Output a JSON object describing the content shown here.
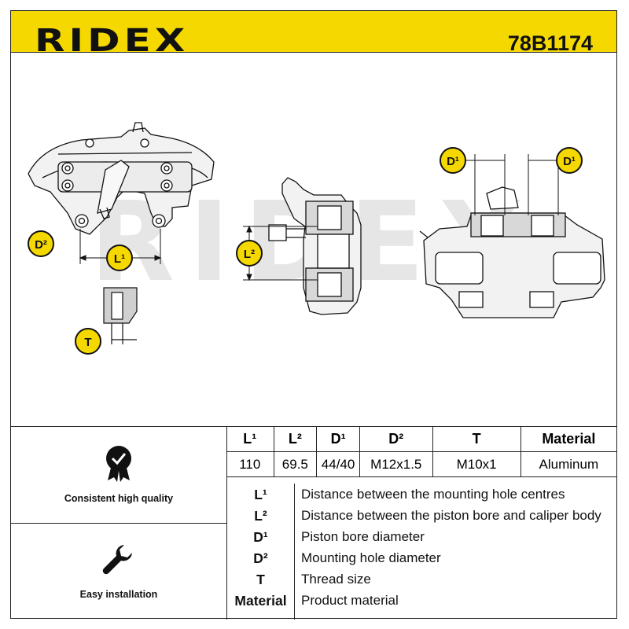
{
  "header": {
    "brand": "RIDEX",
    "part_number": "78B1174"
  },
  "drawing": {
    "watermark": "RIDEX",
    "labels": {
      "l1": "L¹",
      "l2": "L²",
      "d1": "D¹",
      "d2": "D²",
      "t": "T"
    }
  },
  "features": [
    {
      "label": "Consistent high quality",
      "icon": "quality-badge-icon"
    },
    {
      "label": "Easy installation",
      "icon": "wrench-icon"
    }
  ],
  "specs": {
    "headers": [
      "L¹",
      "L²",
      "D¹",
      "D²",
      "T",
      "Material"
    ],
    "values": [
      "110",
      "69.5",
      "44/40",
      "M12x1.5",
      "M10x1",
      "Aluminum"
    ]
  },
  "legend": [
    {
      "symbol": "L¹",
      "description": "Distance between the mounting hole centres"
    },
    {
      "symbol": "L²",
      "description": "Distance between the piston bore and caliper body"
    },
    {
      "symbol": "D¹",
      "description": "Piston bore diameter"
    },
    {
      "symbol": "D²",
      "description": "Mounting hole diameter"
    },
    {
      "symbol": "T",
      "description": "Thread size"
    },
    {
      "symbol": "Material",
      "description": "Product material"
    }
  ],
  "colors": {
    "brand_yellow": "#f5d800",
    "ink": "#111111",
    "watermark": "#e6e6e6"
  }
}
